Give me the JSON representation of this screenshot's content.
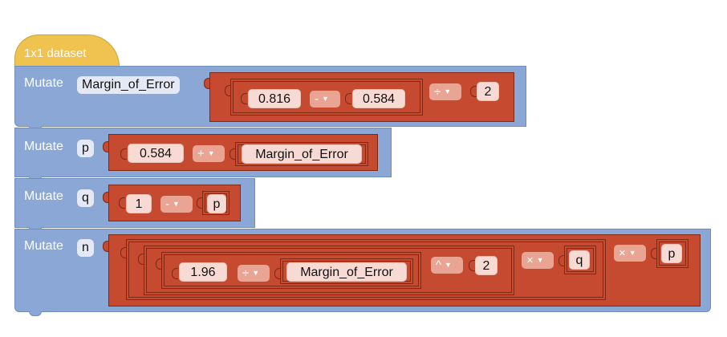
{
  "dataset_label": "1x1 dataset",
  "rows": [
    {
      "label": "Mutate",
      "variable": "Margin_of_Error",
      "values": [
        "0.816",
        "0.584",
        "2"
      ],
      "ops": [
        "-",
        "÷"
      ]
    },
    {
      "label": "Mutate",
      "variable": "p",
      "values": [
        "0.584",
        "Margin_of_Error"
      ],
      "ops": [
        "+"
      ]
    },
    {
      "label": "Mutate",
      "variable": "q",
      "values": [
        "1",
        "p"
      ],
      "ops": [
        "-"
      ]
    },
    {
      "label": "Mutate",
      "variable": "n",
      "values": [
        "1.96",
        "Margin_of_Error",
        "2",
        "q",
        "p"
      ],
      "ops": [
        "÷",
        "^",
        "×",
        "×"
      ]
    }
  ],
  "colors": {
    "hat": "#f0c350",
    "mutate_block": "#8aa7d6",
    "math_block": "#c54a2f",
    "value_field": "#f6dad3",
    "operator_field": "#e9a494"
  },
  "icons": {
    "dropdown": "chevron-down-icon"
  }
}
